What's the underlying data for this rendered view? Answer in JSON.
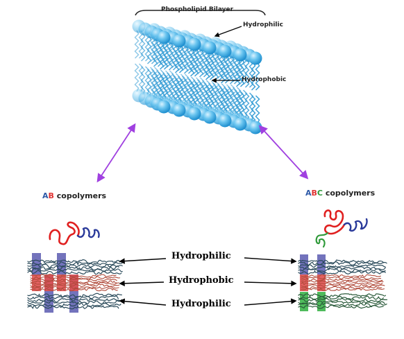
{
  "bilayer": {
    "title": "Phospholipid Bilayer",
    "hydrophilic_label": "Hydrophilic",
    "hydrophobic_label": "Hydrophobic",
    "head_color": "#4fb8e8",
    "tail_color": "#3a9fd6"
  },
  "ab": {
    "letter_a": "A",
    "letter_b": "B",
    "suffix": " copolymers"
  },
  "abc": {
    "letter_a": "A",
    "letter_b": "B",
    "letter_c": "C",
    "suffix": " copolymers"
  },
  "layers": {
    "top": "Hydrophilic",
    "middle": "Hydrophobic",
    "bottom": "Hydrophilic"
  },
  "colors": {
    "block_a": "#5a5ab0",
    "block_b": "#e05050",
    "block_c": "#3cb44a",
    "arrow": "#a040e0"
  }
}
